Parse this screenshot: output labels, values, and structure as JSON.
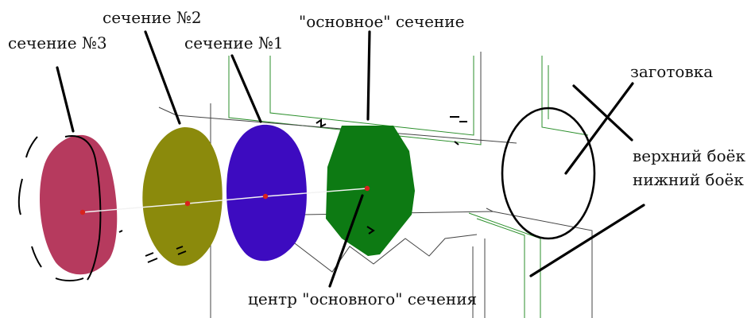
{
  "labels": {
    "section3": "сечение №3",
    "section2": "сечение №2",
    "section1": "сечение №1",
    "main_section": "\"основное\" сечение",
    "workpiece": "заготовка",
    "upper_die": "верхний боёк",
    "lower_die": "нижний боёк",
    "main_center": "центр \"основного\" сечения"
  },
  "colors": {
    "section3": "#b63a5e",
    "section2": "#8b8a0c",
    "section1": "#3d0bc0",
    "main_section": "#0d7a13",
    "center_dot": "#d8221d",
    "die_outline": "#2b8f2b",
    "guide_line": "#444444",
    "ink": "#000000"
  }
}
